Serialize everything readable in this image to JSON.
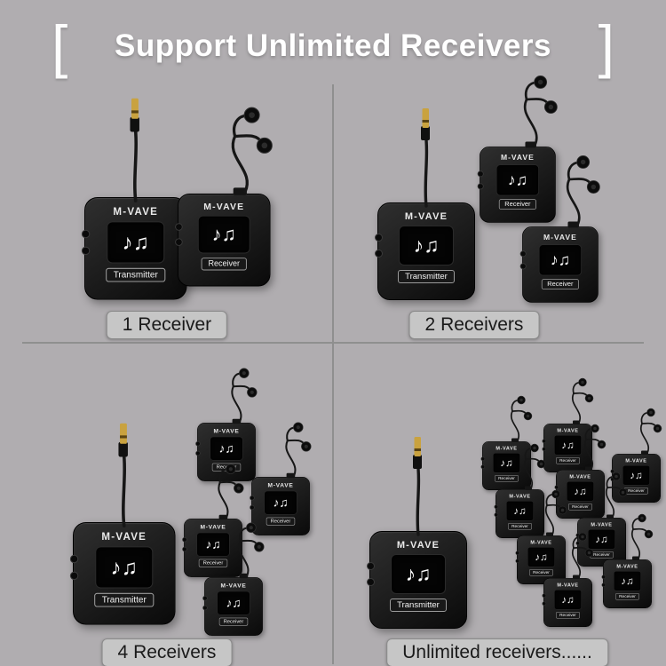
{
  "header": {
    "left_bracket": "[",
    "right_bracket": "]",
    "title": "Support Unlimited Receivers"
  },
  "device": {
    "brand": "M-VAVE",
    "screen_glyph": "♪♫",
    "transmitter_label": "Transmitter",
    "receiver_label": "Receiver"
  },
  "quadrants": [
    {
      "id": "one-receiver",
      "label": "1 Receiver",
      "transmitters": 1,
      "receivers": 1
    },
    {
      "id": "two-receivers",
      "label": "2 Receivers",
      "transmitters": 1,
      "receivers": 2
    },
    {
      "id": "four-receivers",
      "label": "4 Receivers",
      "transmitters": 1,
      "receivers": 4
    },
    {
      "id": "unlimited-receivers",
      "label": "Unlimited receivers......",
      "transmitters": 1,
      "receivers": 9
    }
  ],
  "colors": {
    "background": "#b0adb0",
    "divider": "#8f8f8f",
    "title_text": "#ffffff",
    "label_bg": "#c6c6c6",
    "label_border": "#8a8a8a",
    "label_text": "#1a1a1a",
    "device_body": "#161616",
    "jack_gold": "#c9a23f"
  }
}
